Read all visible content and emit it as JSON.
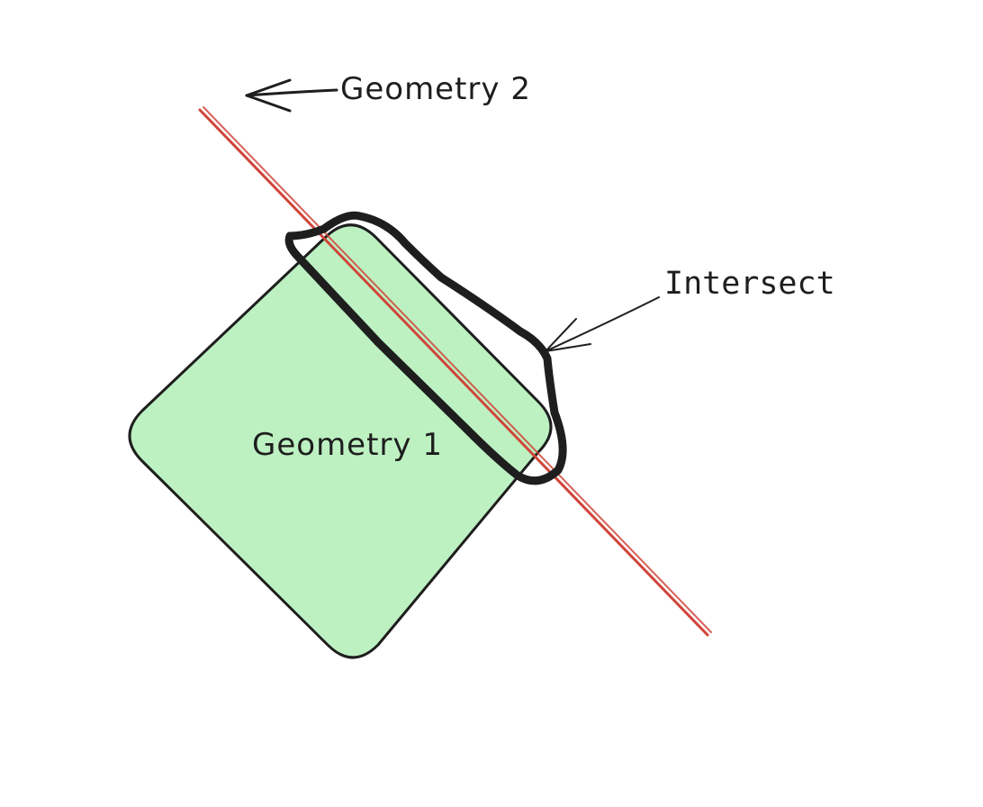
{
  "labels": {
    "geometry_1": "Geometry 1",
    "geometry_2": "Geometry 2",
    "intersect": "Intersect"
  },
  "colors": {
    "background": "#ffffff",
    "geometry_1_fill": "#bdf1c2",
    "stroke": "#1e1e1e",
    "geometry_2_line": "#d0453a"
  }
}
